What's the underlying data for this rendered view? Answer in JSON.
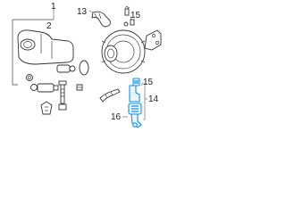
{
  "callouts": {
    "c1": "1",
    "c2": "2",
    "c13": "13",
    "c15": "15",
    "c14": "14",
    "c16": "16"
  },
  "colors": {
    "line": "#333333",
    "highlight": "#1a8fd8",
    "background": "#ffffff"
  }
}
